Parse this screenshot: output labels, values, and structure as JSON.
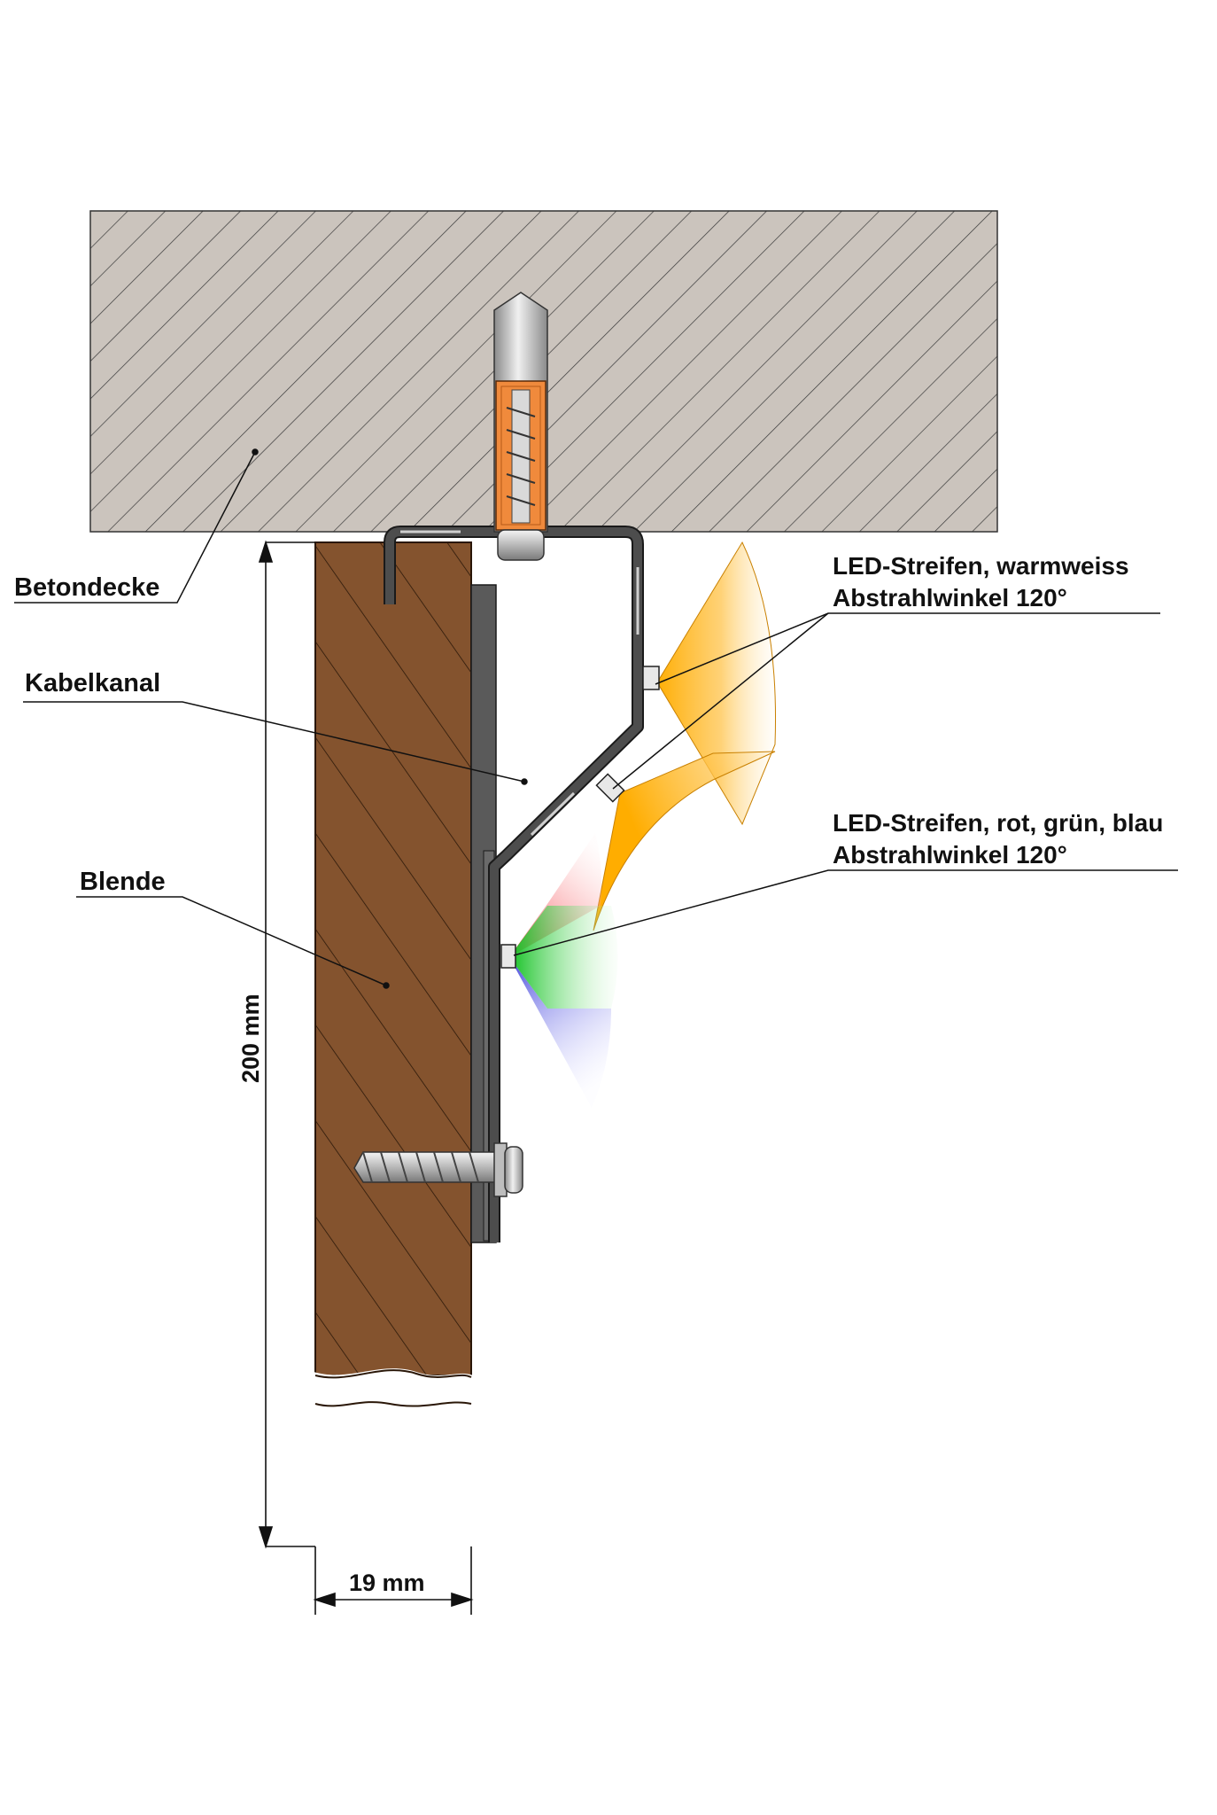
{
  "labels": {
    "ceiling": "Betondecke",
    "cable_channel": "Kabelkanal",
    "panel": "Blende",
    "led_warm_line1": "LED-Streifen, warmweiss",
    "led_warm_line2": "Abstrahlwinkel 120°",
    "led_rgb_line1": "LED-Streifen, rot, grün, blau",
    "led_rgb_line2": "Abstrahlwinkel 120°"
  },
  "dimensions": {
    "height": "200 mm",
    "width": "19 mm"
  },
  "colors": {
    "concrete": "#cbc4bd",
    "wood": "#84532e",
    "profile": "#4d4d4d",
    "dowel": "#f08a3c",
    "warm_light": "#ffb30f",
    "red_light": "#f0303a",
    "green_light": "#19c52c",
    "blue_light": "#3a3cd8"
  }
}
